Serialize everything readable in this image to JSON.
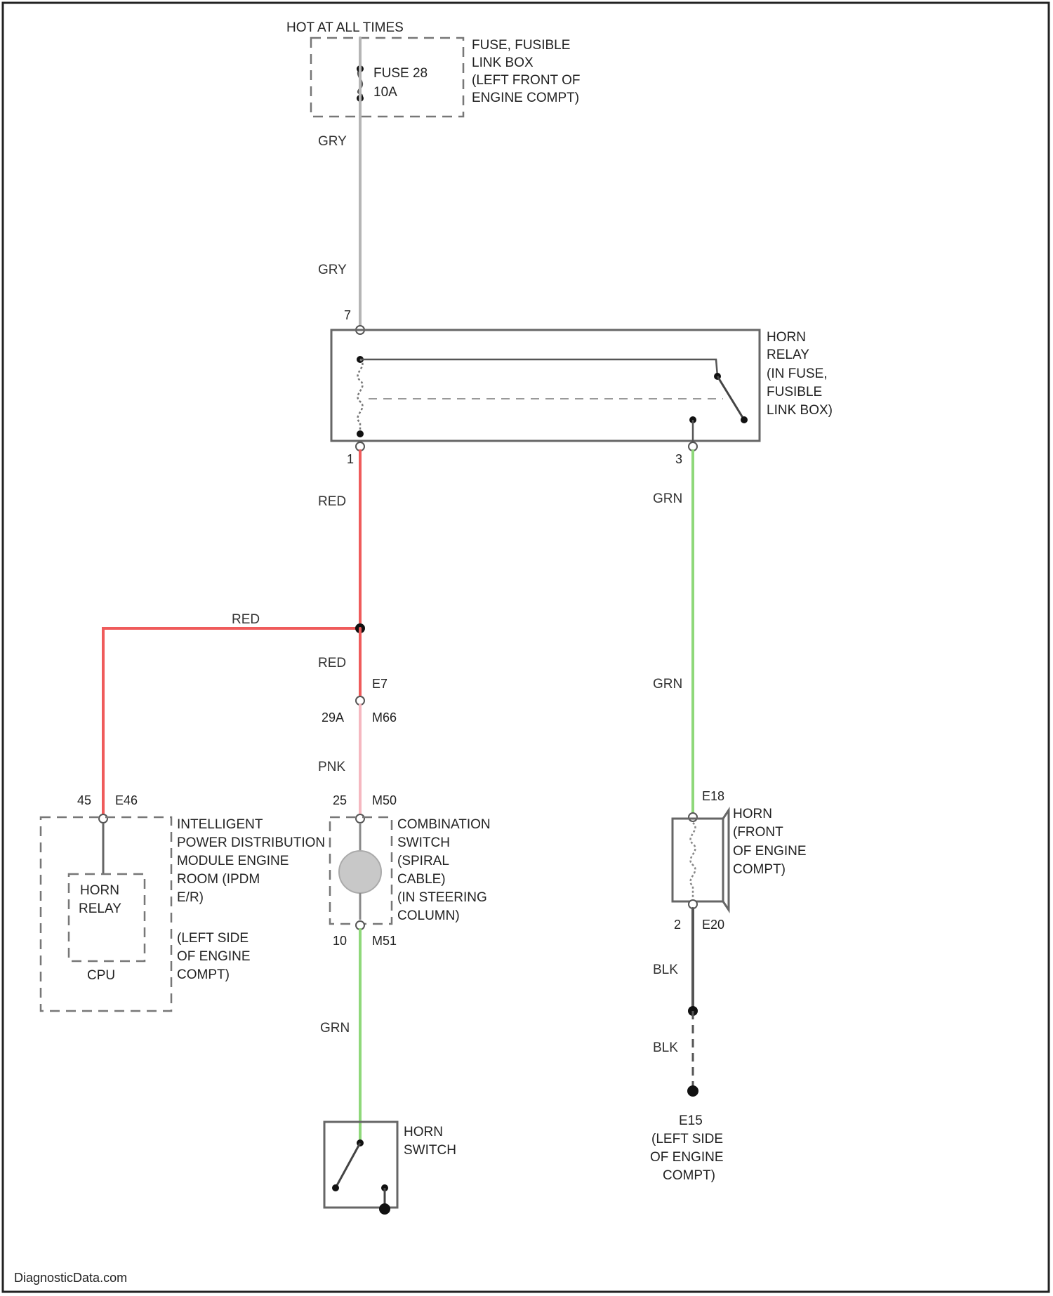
{
  "colors": {
    "gry": "#b5b5b5",
    "red": "#ef5b5b",
    "pnk": "#f5b8c0",
    "grn": "#8fd87a",
    "blk": "#555555"
  },
  "power": {
    "hot_label": "HOT AT ALL TIMES"
  },
  "fuse": {
    "name": "FUSE 28",
    "rating": "10A",
    "box_lines": [
      "FUSE, FUSIBLE",
      "LINK BOX",
      "(LEFT FRONT OF",
      "ENGINE COMPT)"
    ]
  },
  "wires": {
    "gry_top": "GRY",
    "gry_mid": "GRY",
    "red_1": "RED",
    "red_branch": "RED",
    "red_2": "RED",
    "pnk": "PNK",
    "grn_1": "GRN",
    "grn_2": "GRN",
    "grn_3": "GRN",
    "blk_1": "BLK",
    "blk_2": "BLK"
  },
  "horn_relay": {
    "pin_in": "7",
    "pin_coil": "1",
    "pin_out": "3",
    "lines": [
      "HORN",
      "RELAY",
      "(IN FUSE,",
      "FUSIBLE",
      "LINK BOX)"
    ]
  },
  "connectors": {
    "e7": "E7",
    "m66": "M66",
    "pin_29a": "29A",
    "pin_25": "25",
    "m50": "M50",
    "pin_10": "10",
    "m51": "M51",
    "pin_45": "45",
    "e46": "E46",
    "e18": "E18",
    "pin_2": "2",
    "e20": "E20"
  },
  "ipdm": {
    "lines": [
      "INTELLIGENT",
      "POWER DISTRIBUTION",
      "MODULE ENGINE",
      "ROOM (IPDM",
      "E/R)"
    ],
    "location": [
      "(LEFT SIDE",
      "OF ENGINE",
      "COMPT)"
    ],
    "inner_lines": [
      "HORN",
      "RELAY"
    ],
    "cpu": "CPU"
  },
  "combination_switch": {
    "lines": [
      "COMBINATION",
      "SWITCH",
      "(SPIRAL",
      "CABLE)",
      "(IN STEERING",
      "COLUMN)"
    ]
  },
  "horn": {
    "lines": [
      "HORN",
      "(FRONT",
      "OF ENGINE",
      "COMPT)"
    ]
  },
  "horn_switch": {
    "lines": [
      "HORN",
      "SWITCH"
    ]
  },
  "ground": {
    "lines": [
      "E15",
      "(LEFT SIDE",
      "OF ENGINE",
      "COMPT)"
    ]
  },
  "footer": {
    "brand": "DiagnosticData.com"
  }
}
